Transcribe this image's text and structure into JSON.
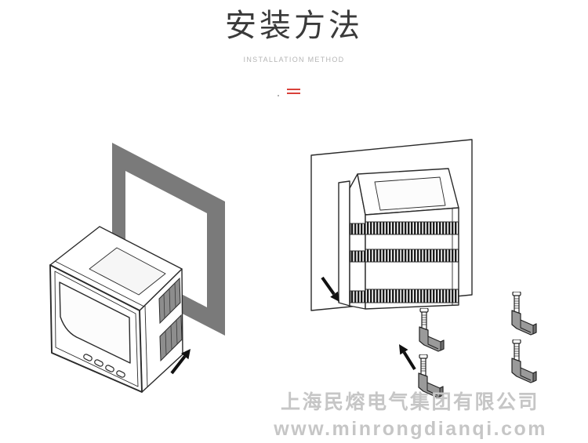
{
  "header": {
    "title": "安装方法",
    "subtitle": "INSTALLATION METHOD"
  },
  "watermark": {
    "company": "上海民熔电气集团有限公司",
    "url": "www.minrongdianqi.com"
  },
  "colors": {
    "title": "#3a3a3a",
    "subtitle": "#b5b5b5",
    "accent": "#d9413a",
    "panel_frame": "#7a7a7a",
    "line": "#2a2a2a",
    "watermark": "#c6c6c6"
  }
}
